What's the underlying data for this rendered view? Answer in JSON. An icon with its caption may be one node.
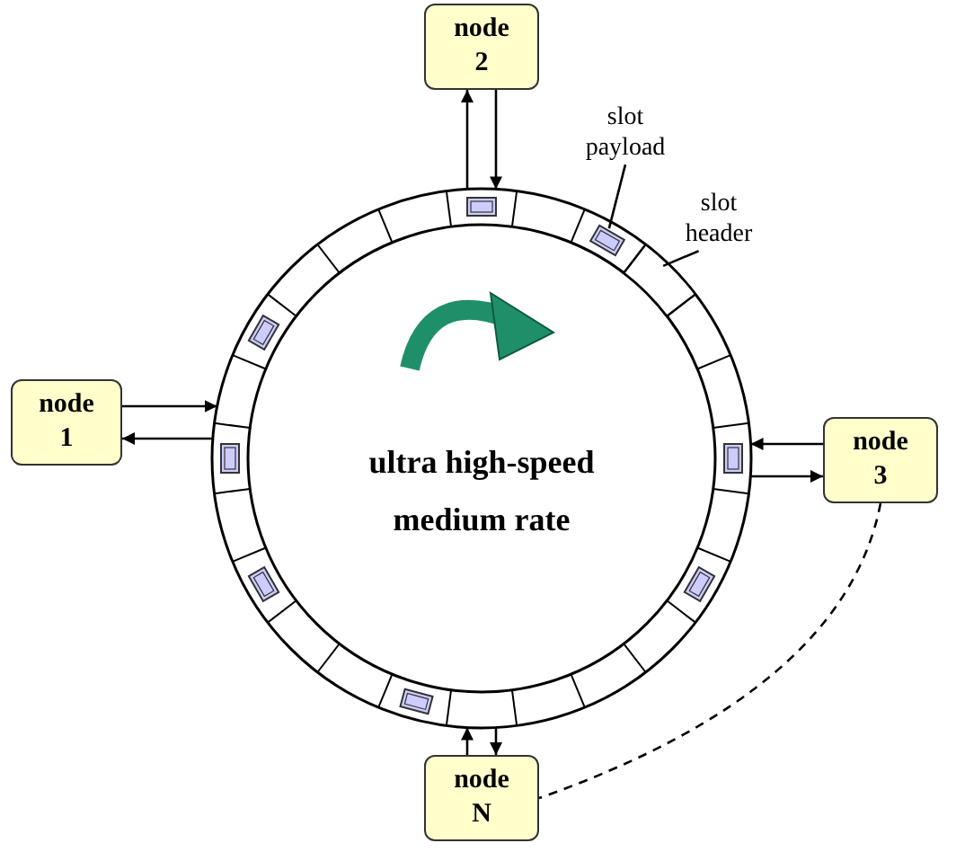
{
  "diagram": {
    "nodes": [
      {
        "text": [
          "node 2"
        ]
      },
      {
        "text": [
          "slot payload"
        ]
      },
      {
        "text": [
          "slot header"
        ]
      },
      {
        "text": [
          "node 1"
        ]
      },
      {
        "text": [
          "ultra high-speed medium rate"
        ]
      },
      {
        "text": [
          "node 3"
        ]
      },
      {
        "text": [
          "node N"
        ]
      },
      {
        "text": [],
        "shape": "box",
        "in": 4
      },
      {
        "text": [],
        "shape": "box",
        "in": 4
      },
      {
        "text": [],
        "shape": "box",
        "in": 4
      },
      {
        "text": [],
        "shape": "box",
        "in": 4
      },
      {
        "text": [],
        "shape": "box",
        "in": 4
      },
      {
        "text": [],
        "shape": "box",
        "in": 4
      },
      {
        "text": [],
        "shape": "box",
        "in": 4
      },
      {
        "text": [],
        "shape": "box",
        "in": 4
      },
      {
        "text": [],
        "shape": "box",
        "in": 4
      }
    ],
    "edges": [
      {
        "from": 4,
        "to": 0,
        "arrow": "to"
      },
      {
        "from": 0,
        "to": 4,
        "arrow": "to"
      },
      {
        "from": 3,
        "to": 4,
        "arrow": "to"
      },
      {
        "from": 4,
        "to": 3,
        "arrow": "to"
      },
      {
        "from": 5,
        "to": 4,
        "arrow": "to"
      },
      {
        "from": 4,
        "to": 5,
        "arrow": "to"
      },
      {
        "from": 6,
        "to": 4,
        "arrow": "to"
      },
      {
        "from": 4,
        "to": 6,
        "arrow": "to"
      },
      {
        "from": 5,
        "to": 6,
        "arrow": "none",
        "style": "dashed"
      },
      {
        "from": 1,
        "to": 7,
        "arrow": "none"
      },
      {
        "from": 2,
        "to": 8,
        "arrow": "none"
      }
    ]
  }
}
